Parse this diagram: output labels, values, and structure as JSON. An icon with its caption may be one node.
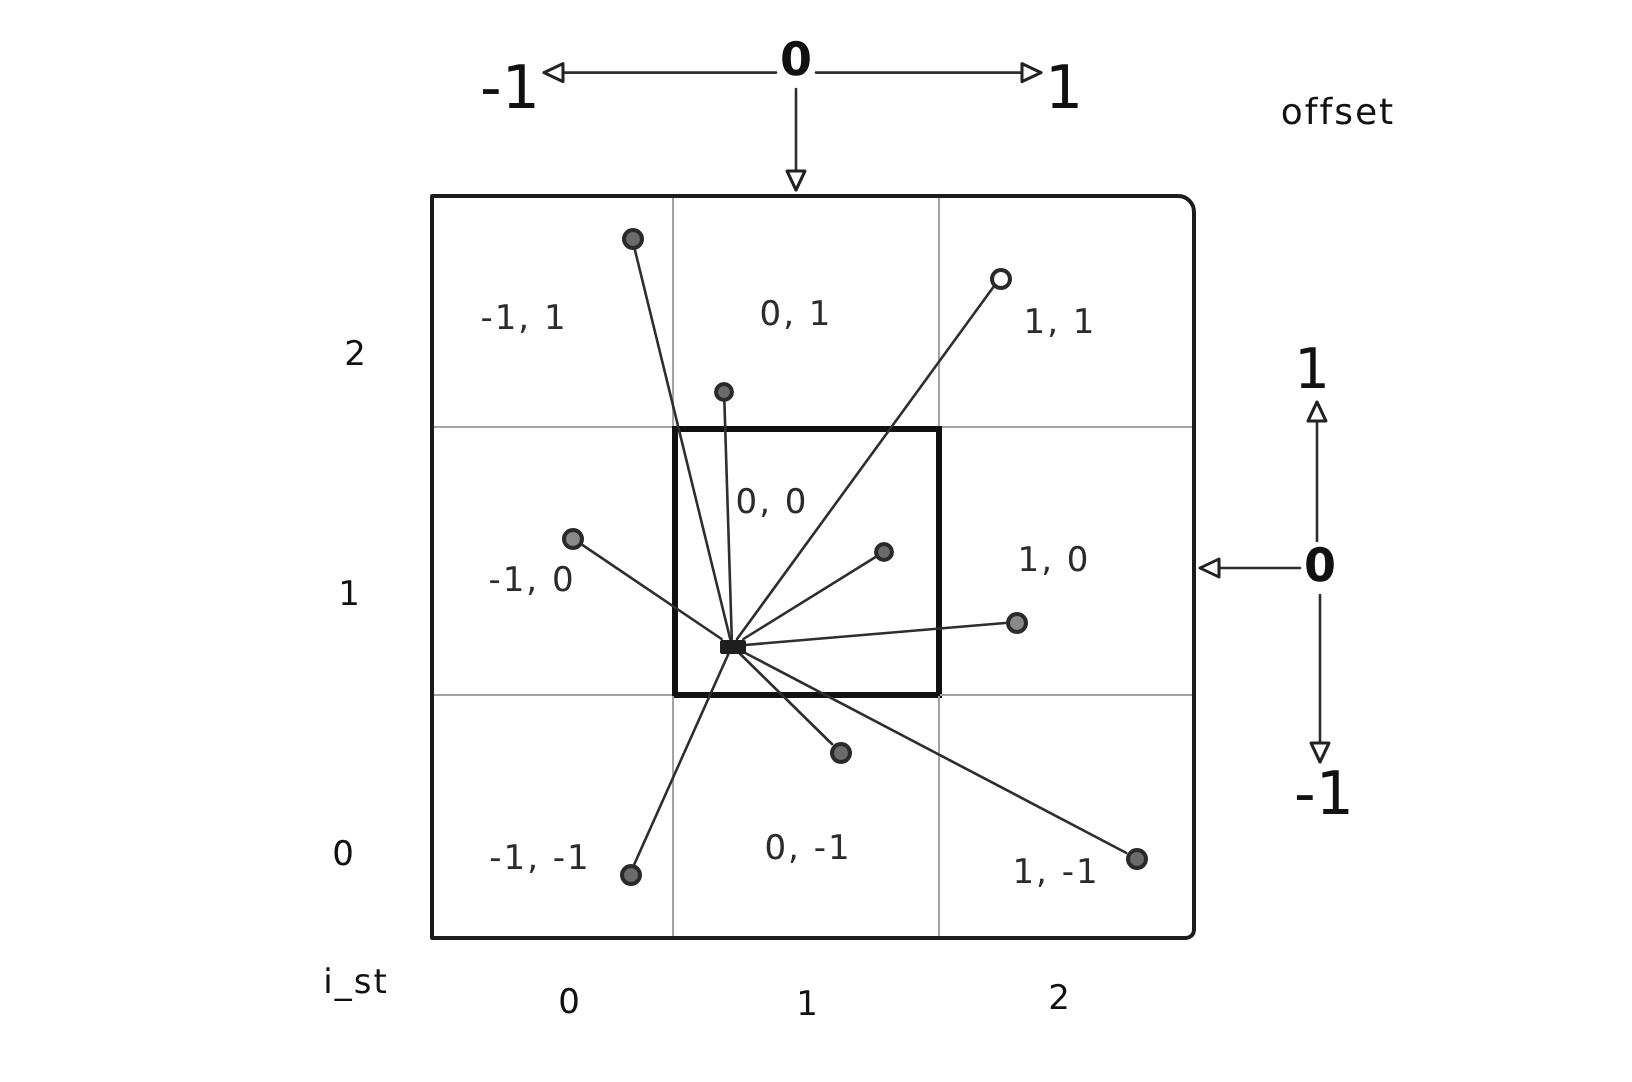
{
  "diagram": {
    "nodes": [
      {
        "text": [
          "-1"
        ]
      },
      {
        "text": [
          "0"
        ]
      },
      {
        "text": [
          "1"
        ]
      },
      {
        "text": [],
        "shape": "box"
      },
      {
        "text": [
          "-1, 1"
        ],
        "in": 3
      },
      {
        "text": [
          "0, 1"
        ],
        "in": 3
      },
      {
        "text": [
          "1, 1"
        ],
        "in": 3
      },
      {
        "text": [
          "-1, 0"
        ],
        "in": 3
      },
      {
        "text": [
          "0, 0"
        ],
        "in": 3
      },
      {
        "text": [
          "1, 0"
        ],
        "in": 3
      },
      {
        "text": [
          "-1, -1"
        ],
        "in": 3
      },
      {
        "text": [
          "0, -1"
        ],
        "in": 3
      },
      {
        "text": [
          "1, -1"
        ],
        "in": 3
      },
      {
        "text": [],
        "shape": "circle",
        "in": 4
      },
      {
        "text": [],
        "shape": "circle",
        "in": 6
      },
      {
        "text": [],
        "shape": "circle",
        "in": 5
      },
      {
        "text": [],
        "shape": "circle",
        "in": 7
      },
      {
        "text": [],
        "shape": "circle",
        "in": 8
      },
      {
        "text": [],
        "shape": "circle",
        "in": 9
      },
      {
        "text": [],
        "shape": "box",
        "in": 8
      },
      {
        "text": [],
        "shape": "circle",
        "in": 11
      },
      {
        "text": [],
        "shape": "circle",
        "in": 12
      },
      {
        "text": [],
        "shape": "circle",
        "in": 10
      },
      {
        "text": [
          "1"
        ]
      },
      {
        "text": [
          "0"
        ]
      },
      {
        "text": [
          "-1"
        ]
      }
    ],
    "edges": [
      {
        "from": 1,
        "to": 0,
        "arrow": "to"
      },
      {
        "from": 1,
        "to": 2,
        "arrow": "to"
      },
      {
        "from": 1,
        "to": 3,
        "arrow": "to"
      },
      {
        "from": 24,
        "to": 23,
        "arrow": "to"
      },
      {
        "from": 24,
        "to": 25,
        "arrow": "to"
      },
      {
        "from": 24,
        "to": 3,
        "arrow": "to"
      },
      {
        "from": 13,
        "to": 19,
        "arrow": "none"
      },
      {
        "from": 14,
        "to": 19,
        "arrow": "none"
      },
      {
        "from": 15,
        "to": 19,
        "arrow": "none"
      },
      {
        "from": 16,
        "to": 19,
        "arrow": "none"
      },
      {
        "from": 17,
        "to": 19,
        "arrow": "none"
      },
      {
        "from": 18,
        "to": 19,
        "arrow": "none"
      },
      {
        "from": 20,
        "to": 19,
        "arrow": "none"
      },
      {
        "from": 21,
        "to": 19,
        "arrow": "none"
      },
      {
        "from": 22,
        "to": 19,
        "arrow": "none"
      }
    ],
    "labels": [
      "offset",
      "2",
      "1",
      "0",
      "i_st",
      "0",
      "1",
      "2"
    ]
  }
}
